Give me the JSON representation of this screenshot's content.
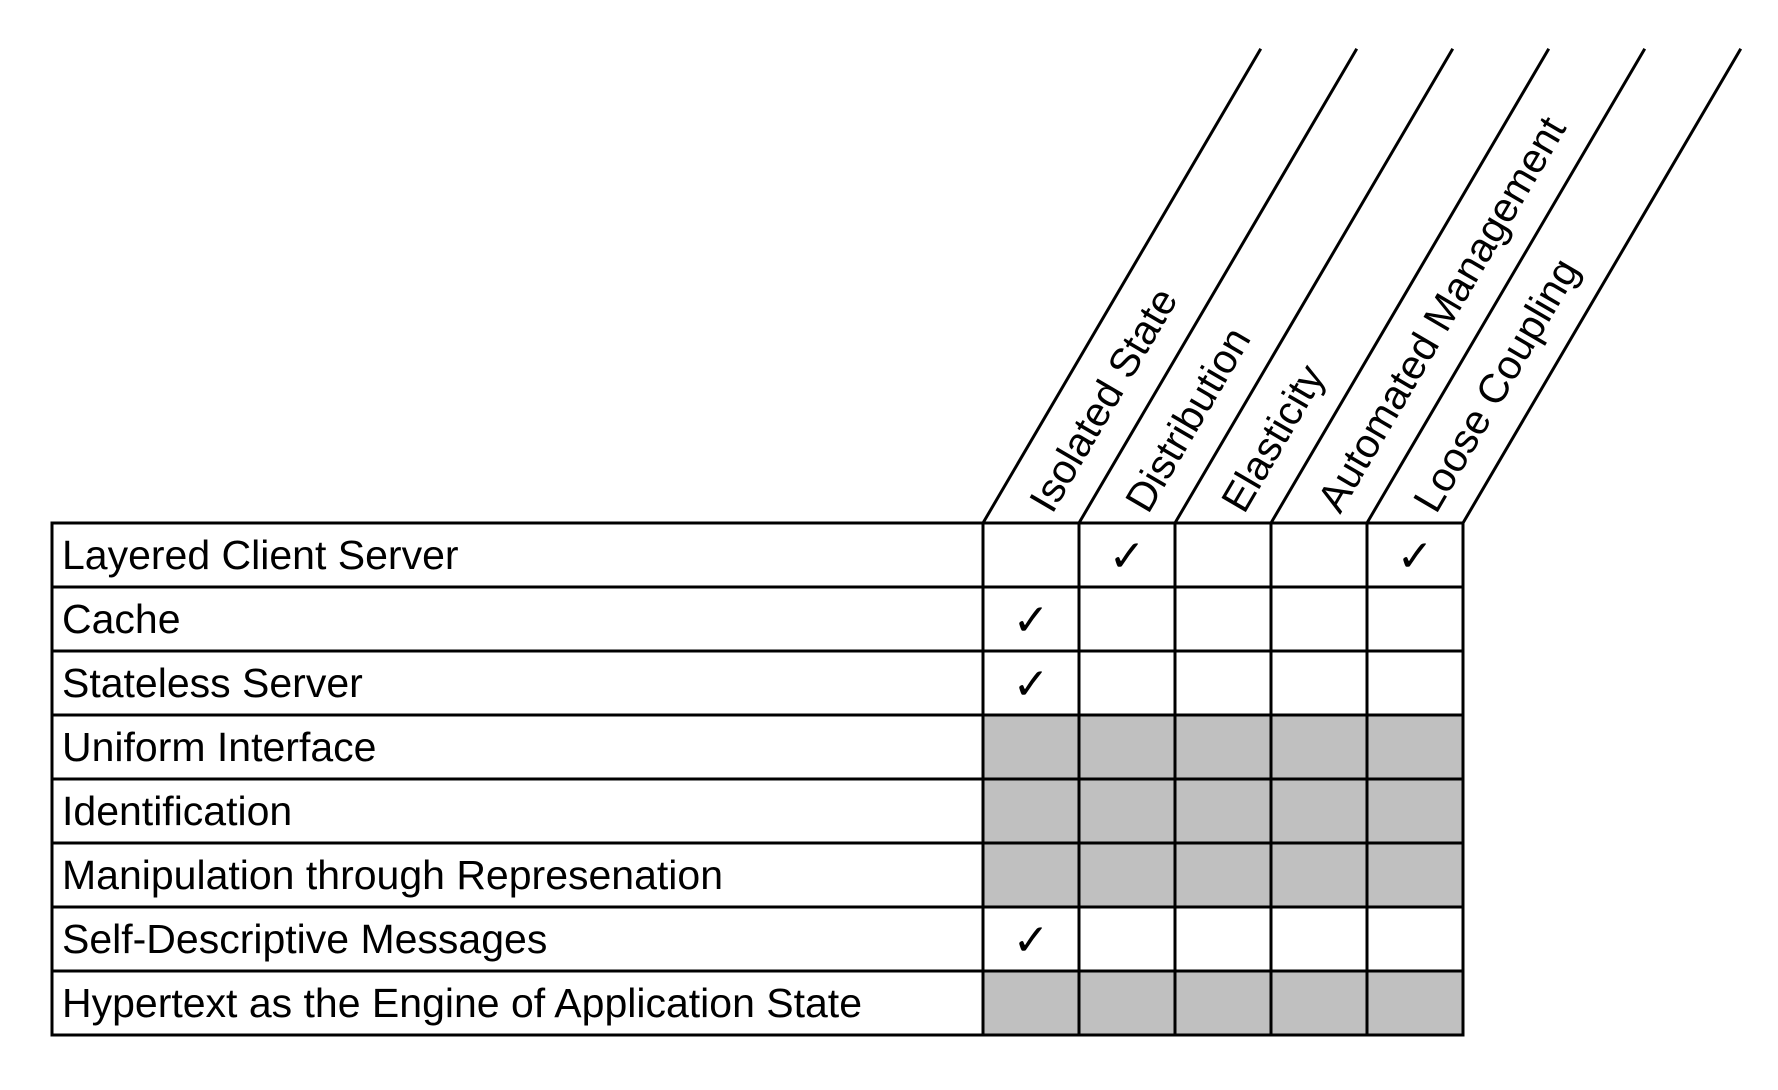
{
  "matrix": {
    "columns": [
      "Isolated State",
      "Distribution",
      "Elasticity",
      "Automated Management",
      "Loose Coupling"
    ],
    "rows": [
      {
        "label": "Layered Client Server",
        "cells": [
          "empty",
          "check",
          "empty",
          "empty",
          "check"
        ]
      },
      {
        "label": "Cache",
        "cells": [
          "check",
          "empty",
          "empty",
          "empty",
          "empty"
        ]
      },
      {
        "label": "Stateless Server",
        "cells": [
          "check",
          "empty",
          "empty",
          "empty",
          "empty"
        ]
      },
      {
        "label": "Uniform Interface",
        "cells": [
          "na",
          "na",
          "na",
          "na",
          "na"
        ]
      },
      {
        "label": "Identification",
        "cells": [
          "na",
          "na",
          "na",
          "na",
          "na"
        ]
      },
      {
        "label": "Manipulation through Represenation",
        "cells": [
          "na",
          "na",
          "na",
          "na",
          "na"
        ]
      },
      {
        "label": "Self-Descriptive Messages",
        "cells": [
          "check",
          "empty",
          "empty",
          "empty",
          "empty"
        ]
      },
      {
        "label": "Hypertext as the Engine of Application State",
        "cells": [
          "na",
          "na",
          "na",
          "na",
          "na"
        ]
      }
    ],
    "check_symbol": "✓",
    "colors": {
      "line": "#000000",
      "na_fill": "#c0c0c0",
      "empty_fill": "#ffffff"
    }
  }
}
